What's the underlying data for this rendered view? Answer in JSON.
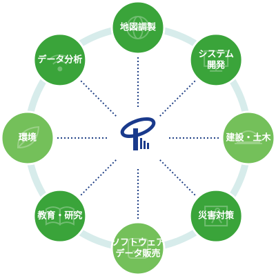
{
  "diagram": {
    "center_logo": "company-logo-icon",
    "nodes": [
      {
        "id": "map",
        "lines": [
          "地図調製"
        ],
        "icon": "globe-icon",
        "shade": "dark"
      },
      {
        "id": "system",
        "lines": [
          "システム",
          "開発"
        ],
        "icon": "monitor-icon",
        "shade": "dark"
      },
      {
        "id": "construction",
        "lines": [
          "建設・土木"
        ],
        "icon": "helmet-icon",
        "shade": "light"
      },
      {
        "id": "disaster",
        "lines": [
          "災害対策"
        ],
        "icon": "emergency-exit-icon",
        "shade": "dark"
      },
      {
        "id": "software",
        "lines": [
          "ソフトウェア",
          "データ販売"
        ],
        "icon": "software-icon",
        "shade": "light"
      },
      {
        "id": "education",
        "lines": [
          "教育・研究"
        ],
        "icon": "book-icon",
        "shade": "dark"
      },
      {
        "id": "environment",
        "lines": [
          "環境"
        ],
        "icon": "leaf-icon",
        "shade": "light"
      },
      {
        "id": "data",
        "lines": [
          "データ分析"
        ],
        "icon": "wifi-icon",
        "shade": "dark"
      }
    ],
    "colors": {
      "ring": "#d7eceb",
      "dark_green": "#3aa43a",
      "light_green": "#74c05a",
      "dots": "#1f3f85",
      "logo": "#1a3a8c"
    }
  }
}
